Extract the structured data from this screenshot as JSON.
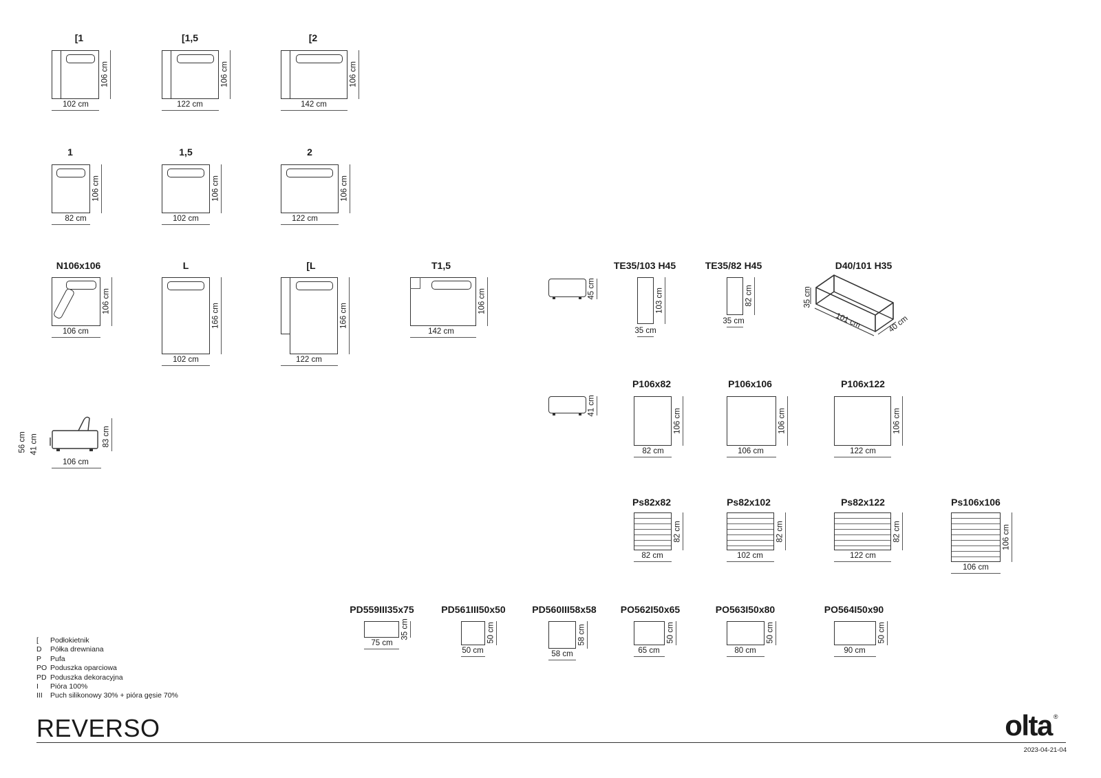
{
  "title": "REVERSO",
  "logo": "olta",
  "logo_mark": "®",
  "doc_code": "2023-04-21-04",
  "legend": [
    {
      "key": "[",
      "text": "Podłokietnik"
    },
    {
      "key": "D",
      "text": "Półka drewniana"
    },
    {
      "key": "P",
      "text": "Pufa"
    },
    {
      "key": "PO",
      "text": "Poduszka oparciowa"
    },
    {
      "key": "PD",
      "text": "Poduszka dekoracyjna"
    },
    {
      "key": "I",
      "text": "Pióra 100%"
    },
    {
      "key": "III",
      "text": "Puch silikonowy 30% + pióra gęsie 70%"
    }
  ],
  "modules": {
    "arm1": {
      "label": "[1",
      "w": "102 cm",
      "h": "106 cm"
    },
    "arm15": {
      "label": "[1,5",
      "w": "122 cm",
      "h": "106 cm"
    },
    "arm2": {
      "label": "[2",
      "w": "142 cm",
      "h": "106 cm"
    },
    "m1": {
      "label": "1",
      "w": "82 cm",
      "h": "106 cm"
    },
    "m15": {
      "label": "1,5",
      "w": "102 cm",
      "h": "106 cm"
    },
    "m2": {
      "label": "2",
      "w": "122 cm",
      "h": "106 cm"
    },
    "n106": {
      "label": "N106x106",
      "w": "106 cm",
      "h": "106 cm"
    },
    "L": {
      "label": "L",
      "w": "102 cm",
      "h": "166 cm"
    },
    "armL": {
      "label": "[L",
      "w": "122 cm",
      "h": "166 cm"
    },
    "t15": {
      "label": "T1,5",
      "w": "142 cm",
      "h": "106 cm"
    },
    "side": {
      "w": "106 cm",
      "h": "83 cm",
      "seat": "41 cm",
      "arm": "56 cm"
    },
    "te_side": {
      "h": "45 cm"
    },
    "te103": {
      "label": "TE35/103 H45",
      "w": "35 cm",
      "h": "103 cm"
    },
    "te82": {
      "label": "TE35/82 H45",
      "w": "35 cm",
      "h": "82 cm"
    },
    "d40": {
      "label": "D40/101 H35",
      "h": "35 cm",
      "l": "101 cm",
      "d": "40 cm"
    },
    "p_side": {
      "h": "41 cm"
    },
    "p82": {
      "label": "P106x82",
      "w": "82 cm",
      "h": "106 cm"
    },
    "p106": {
      "label": "P106x106",
      "w": "106 cm",
      "h": "106 cm"
    },
    "p122": {
      "label": "P106x122",
      "w": "122 cm",
      "h": "106 cm"
    },
    "ps82": {
      "label": "Ps82x82",
      "w": "82 cm",
      "h": "82 cm"
    },
    "ps102": {
      "label": "Ps82x102",
      "w": "102 cm",
      "h": "82 cm"
    },
    "ps122": {
      "label": "Ps82x122",
      "w": "122 cm",
      "h": "82 cm"
    },
    "ps106": {
      "label": "Ps106x106",
      "w": "106 cm",
      "h": "106 cm"
    },
    "pd559": {
      "label": "PD559III35x75",
      "w": "75 cm",
      "h": "35 cm"
    },
    "pd561": {
      "label": "PD561III50x50",
      "w": "50 cm",
      "h": "50 cm"
    },
    "pd560": {
      "label": "PD560III58x58",
      "w": "58 cm",
      "h": "58 cm"
    },
    "po562": {
      "label": "PO562I50x65",
      "w": "65 cm",
      "h": "50 cm"
    },
    "po563": {
      "label": "PO563I50x80",
      "w": "80 cm",
      "h": "50 cm"
    },
    "po564": {
      "label": "PO564I50x90",
      "w": "90 cm",
      "h": "50 cm"
    }
  }
}
